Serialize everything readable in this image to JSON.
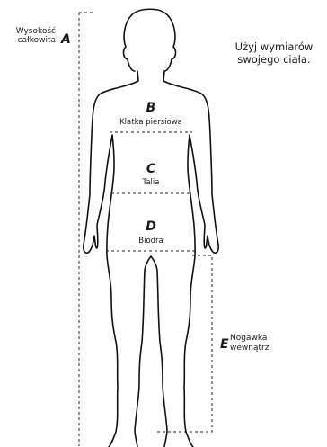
{
  "labels": {
    "height_line1": "Wysokość",
    "height_line2": "całkowita",
    "a": "A",
    "b": "B",
    "b_name": "Klatka piersiowa",
    "c": "C",
    "c_name": "Talia",
    "d": "D",
    "d_name": "Biodra",
    "e": "E",
    "e_line1": "Nogawka",
    "e_line2": "wewnątrz"
  },
  "hint": {
    "line1": "Użyj wymiarów",
    "line2": "swojego ciała."
  }
}
